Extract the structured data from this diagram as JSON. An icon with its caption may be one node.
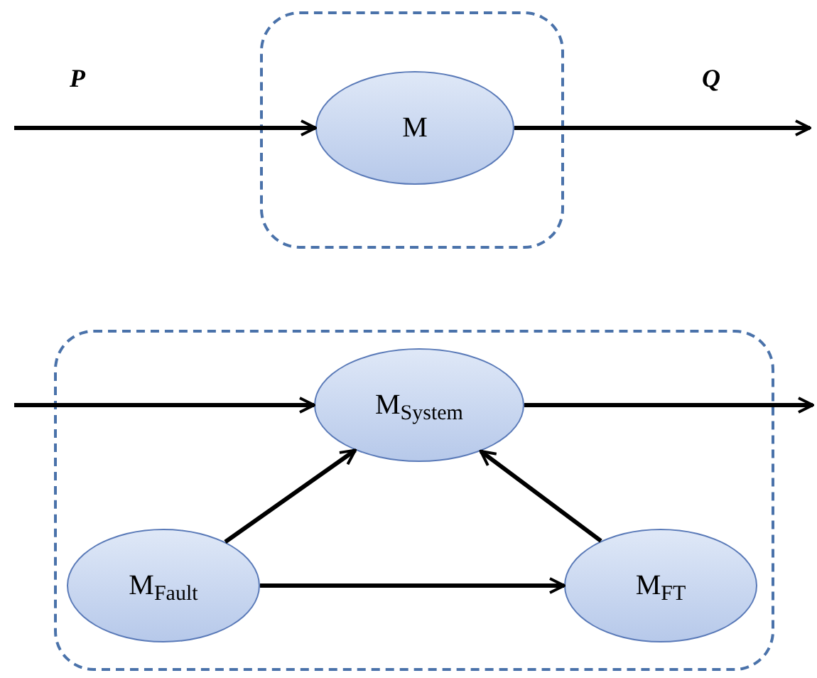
{
  "diagram": {
    "nodes": [
      {
        "text": [],
        "shape": "box"
      },
      {
        "text": [
          "M"
        ],
        "in": 0
      },
      {
        "text": [],
        "shape": "box"
      },
      {
        "text": [
          "M$_{System}$"
        ],
        "in": 2
      },
      {
        "text": [
          "M$_{Fault}$"
        ],
        "in": 2
      },
      {
        "text": [
          "M$_{FT}$"
        ],
        "in": 2
      }
    ],
    "edges": [
      {
        "from": null,
        "to": 1,
        "arrow": "to",
        "label": "P"
      },
      {
        "from": 1,
        "to": null,
        "arrow": "to",
        "label": "Q"
      },
      {
        "from": null,
        "to": 3,
        "arrow": "to"
      },
      {
        "from": 3,
        "to": null,
        "arrow": "to"
      },
      {
        "from": 4,
        "to": 3,
        "arrow": "to"
      },
      {
        "from": 5,
        "to": 3,
        "arrow": "to"
      },
      {
        "from": 4,
        "to": 5,
        "arrow": "to"
      }
    ]
  }
}
